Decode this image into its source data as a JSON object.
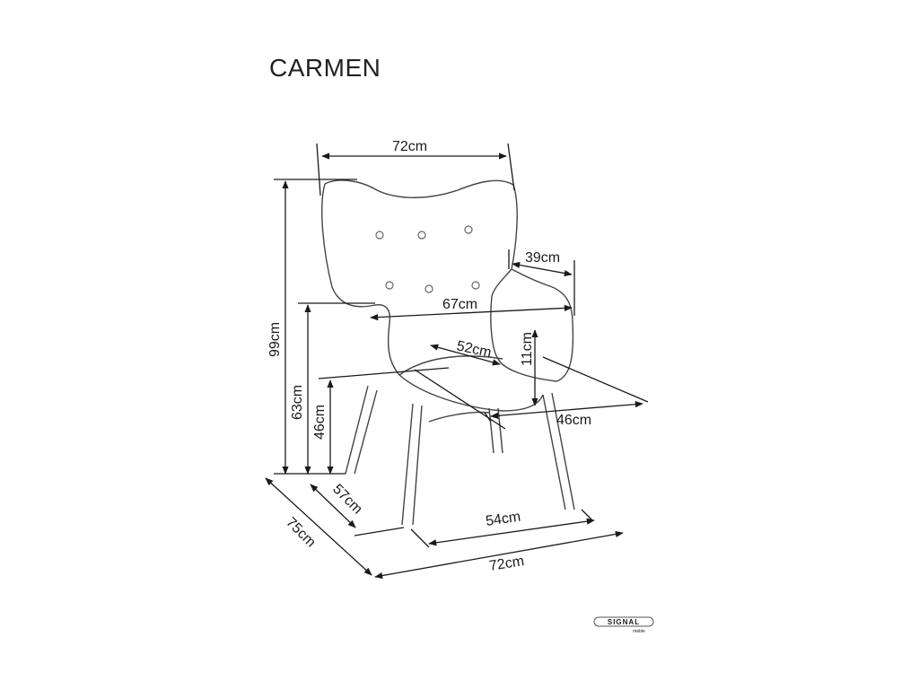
{
  "title": "CARMEN",
  "dimensions": {
    "top_width": "72cm",
    "armrest_width": "39cm",
    "seat_width": "67cm",
    "seat_depth": "52cm",
    "armrest_height": "11cm",
    "side_depth": "46cm",
    "total_height": "99cm",
    "arm_height": "63cm",
    "seat_height": "46cm",
    "base_depth": "57cm",
    "total_depth": "75cm",
    "base_width": "54cm",
    "bottom_width": "72cm"
  },
  "logo": {
    "brand": "SIGNAL",
    "sub": "meble"
  },
  "colors": {
    "line": "#1a1a1a",
    "sketch": "#444444"
  }
}
